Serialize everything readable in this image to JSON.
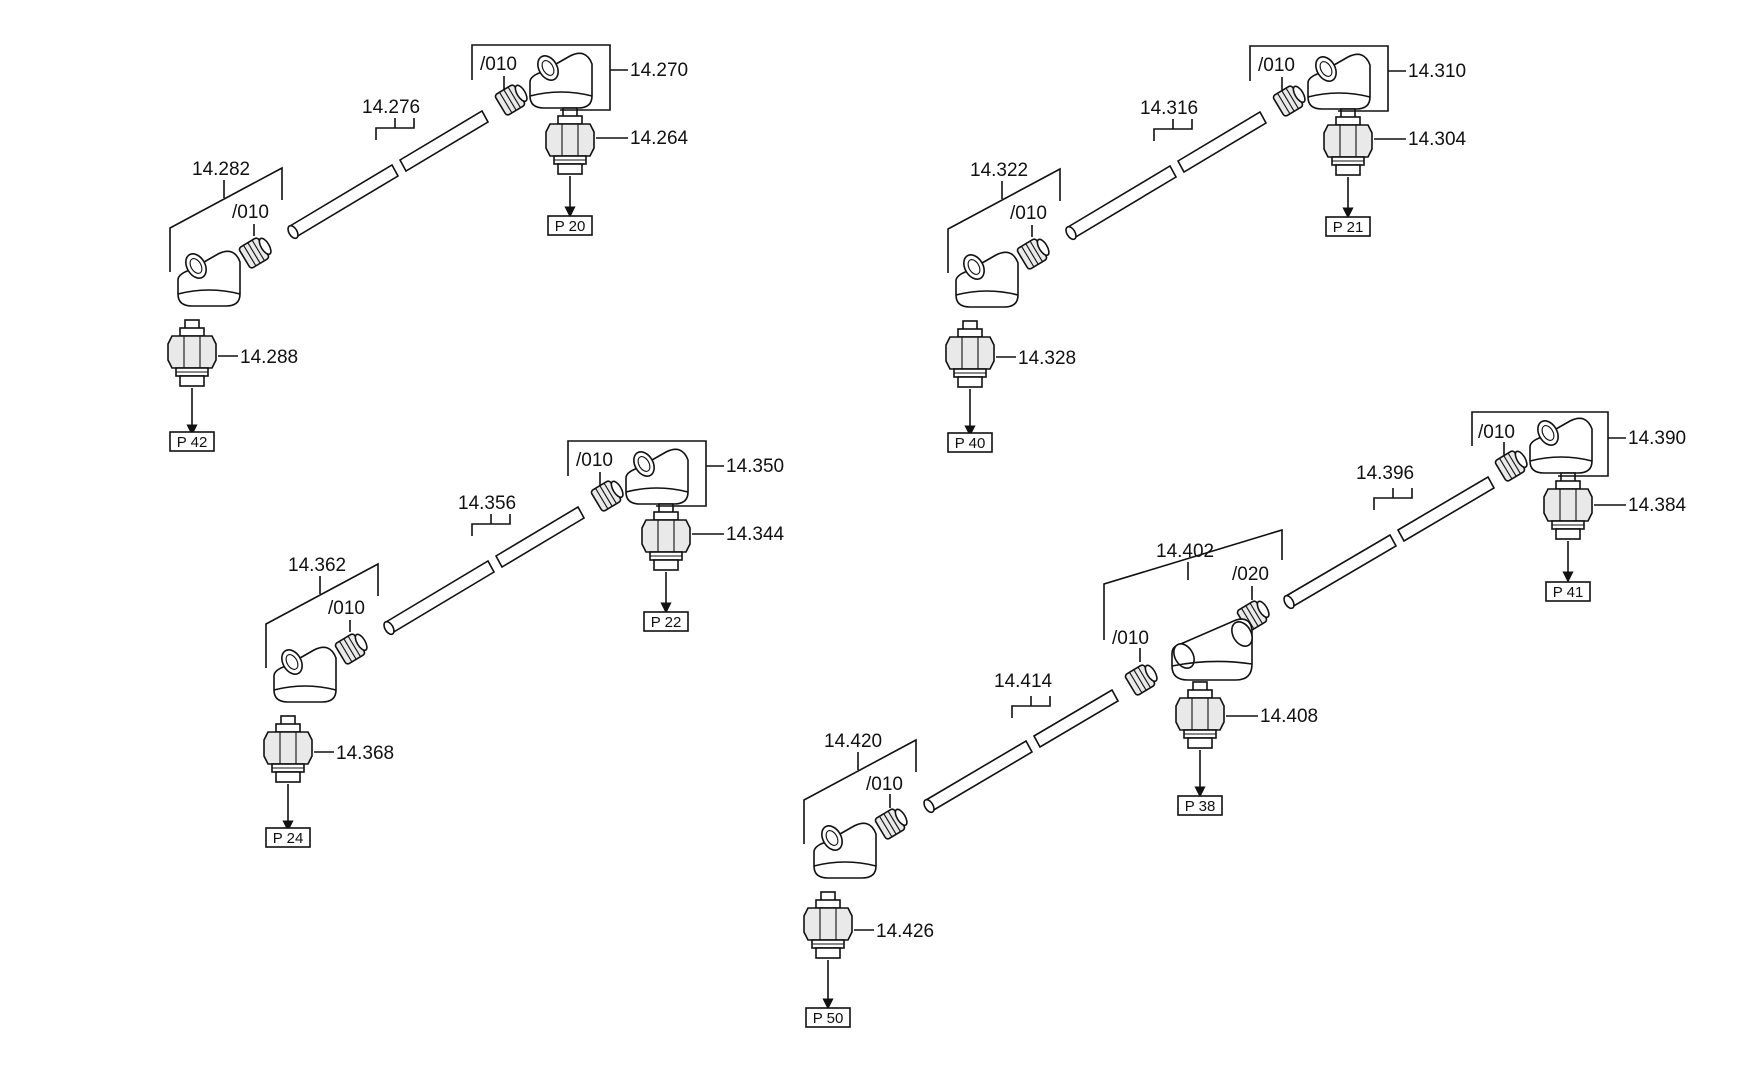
{
  "assemblies": [
    {
      "id": "a1",
      "refs": [
        {
          "text": "P 20"
        },
        {
          "text": "P 42"
        }
      ],
      "labels": [
        {
          "text": "14.270"
        },
        {
          "text": "/010"
        },
        {
          "text": "14.276"
        },
        {
          "text": "14.264"
        },
        {
          "text": "14.282"
        },
        {
          "text": "/010"
        },
        {
          "text": "14.288"
        }
      ]
    },
    {
      "id": "a2",
      "refs": [
        {
          "text": "P 21"
        },
        {
          "text": "P 40"
        }
      ],
      "labels": [
        {
          "text": "14.310"
        },
        {
          "text": "/010"
        },
        {
          "text": "14.316"
        },
        {
          "text": "14.304"
        },
        {
          "text": "14.322"
        },
        {
          "text": "/010"
        },
        {
          "text": "14.328"
        }
      ]
    },
    {
      "id": "a3",
      "refs": [
        {
          "text": "P 22"
        },
        {
          "text": "P 24"
        }
      ],
      "labels": [
        {
          "text": "14.350"
        },
        {
          "text": "/010"
        },
        {
          "text": "14.356"
        },
        {
          "text": "14.344"
        },
        {
          "text": "14.362"
        },
        {
          "text": "/010"
        },
        {
          "text": "14.368"
        }
      ]
    },
    {
      "id": "a4",
      "refs": [
        {
          "text": "P 41"
        },
        {
          "text": "P 38"
        },
        {
          "text": "P 50"
        }
      ],
      "labels": [
        {
          "text": "14.390"
        },
        {
          "text": "/010"
        },
        {
          "text": "14.396"
        },
        {
          "text": "14.384"
        },
        {
          "text": "14.402"
        },
        {
          "text": "/020"
        },
        {
          "text": "/010"
        },
        {
          "text": "14.408"
        },
        {
          "text": "14.414"
        },
        {
          "text": "14.420"
        },
        {
          "text": "/010"
        },
        {
          "text": "14.426"
        }
      ]
    }
  ]
}
